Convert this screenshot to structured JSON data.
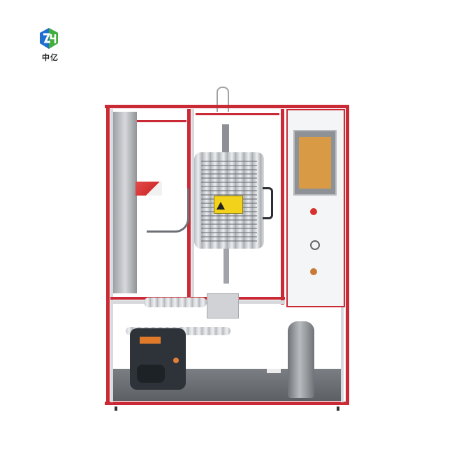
{
  "logo": {
    "text": "中亿",
    "colors": {
      "blue": "#1f6fd1",
      "green": "#3fae3a"
    }
  },
  "photo": {
    "subject": "fixed-bed reactor skid",
    "frame_color": "#c92a35",
    "components": {
      "control_panel": {
        "screen_color": "#d89a45",
        "buttons": [
          "red-indicator",
          "selector-switch",
          "amber-indicator"
        ]
      },
      "furnace": {
        "warning_label_color": "#f2d21b"
      },
      "peristaltic_pump": {
        "display_color": "#e07a2a"
      },
      "gas_cylinder": {},
      "valve_manifold": {}
    }
  }
}
